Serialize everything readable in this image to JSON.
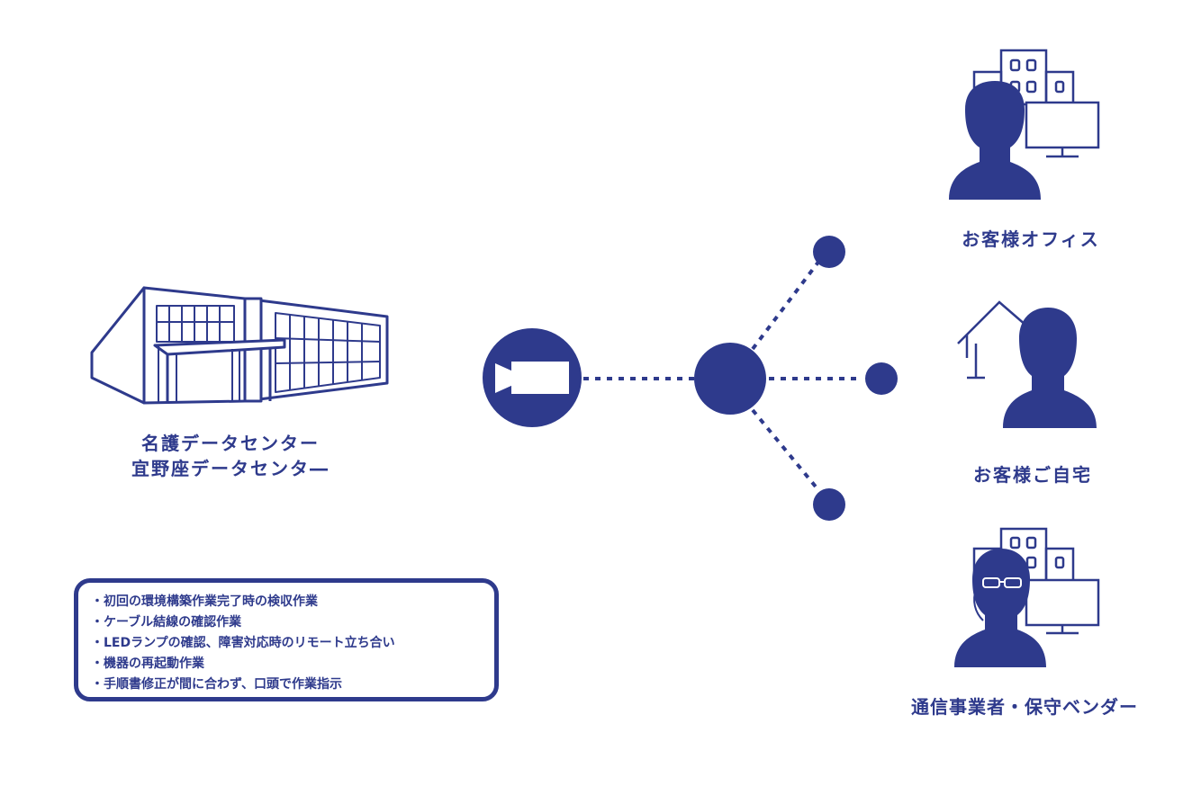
{
  "colors": {
    "primary": "#2e3a8c",
    "background": "#ffffff"
  },
  "datacenter": {
    "icon": "datacenter-building-icon",
    "line1": "名護データセンター",
    "line2": "宜野座データセンタ―"
  },
  "camera": {
    "icon": "video-camera-icon"
  },
  "hub": {
    "icon": "hub-node"
  },
  "destinations": {
    "office": {
      "label": "お客様オフィス",
      "icon": "office-worker-icon"
    },
    "home": {
      "label": "お客様ご自宅",
      "icon": "home-worker-icon"
    },
    "vendor": {
      "label": "通信事業者・保守ベンダー",
      "icon": "vendor-engineer-icon"
    }
  },
  "tasks": [
    "・初回の環境構築作業完了時の検収作業",
    "・ケーブル結線の確認作業",
    "・LEDランプの確認、障害対応時のリモート立ち合い",
    "・機器の再起動作業",
    "・手順書修正が間に合わず、口頭で作業指示"
  ]
}
